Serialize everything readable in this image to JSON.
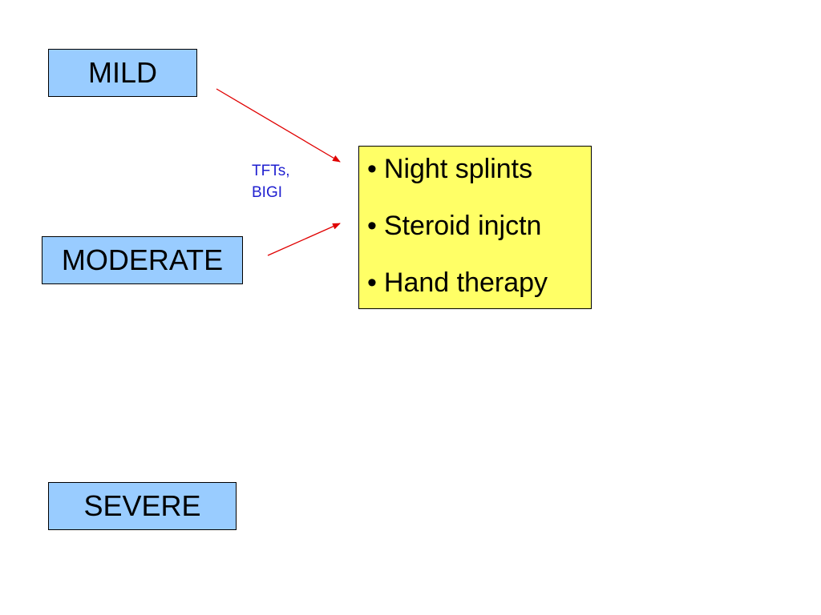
{
  "severity_boxes": {
    "mild": "MILD",
    "moderate": "MODERATE",
    "severe": "SEVERE"
  },
  "treatments": [
    "Night splints",
    "Steroid injctn",
    "Hand therapy"
  ],
  "bullet": "•",
  "note": {
    "line1": "TFTs,",
    "line2": "BIGI"
  },
  "colors": {
    "severity_fill": "#99ccff",
    "treatment_fill": "#ffff66",
    "arrow": "#e00000",
    "note_text": "#1f1fd0"
  }
}
